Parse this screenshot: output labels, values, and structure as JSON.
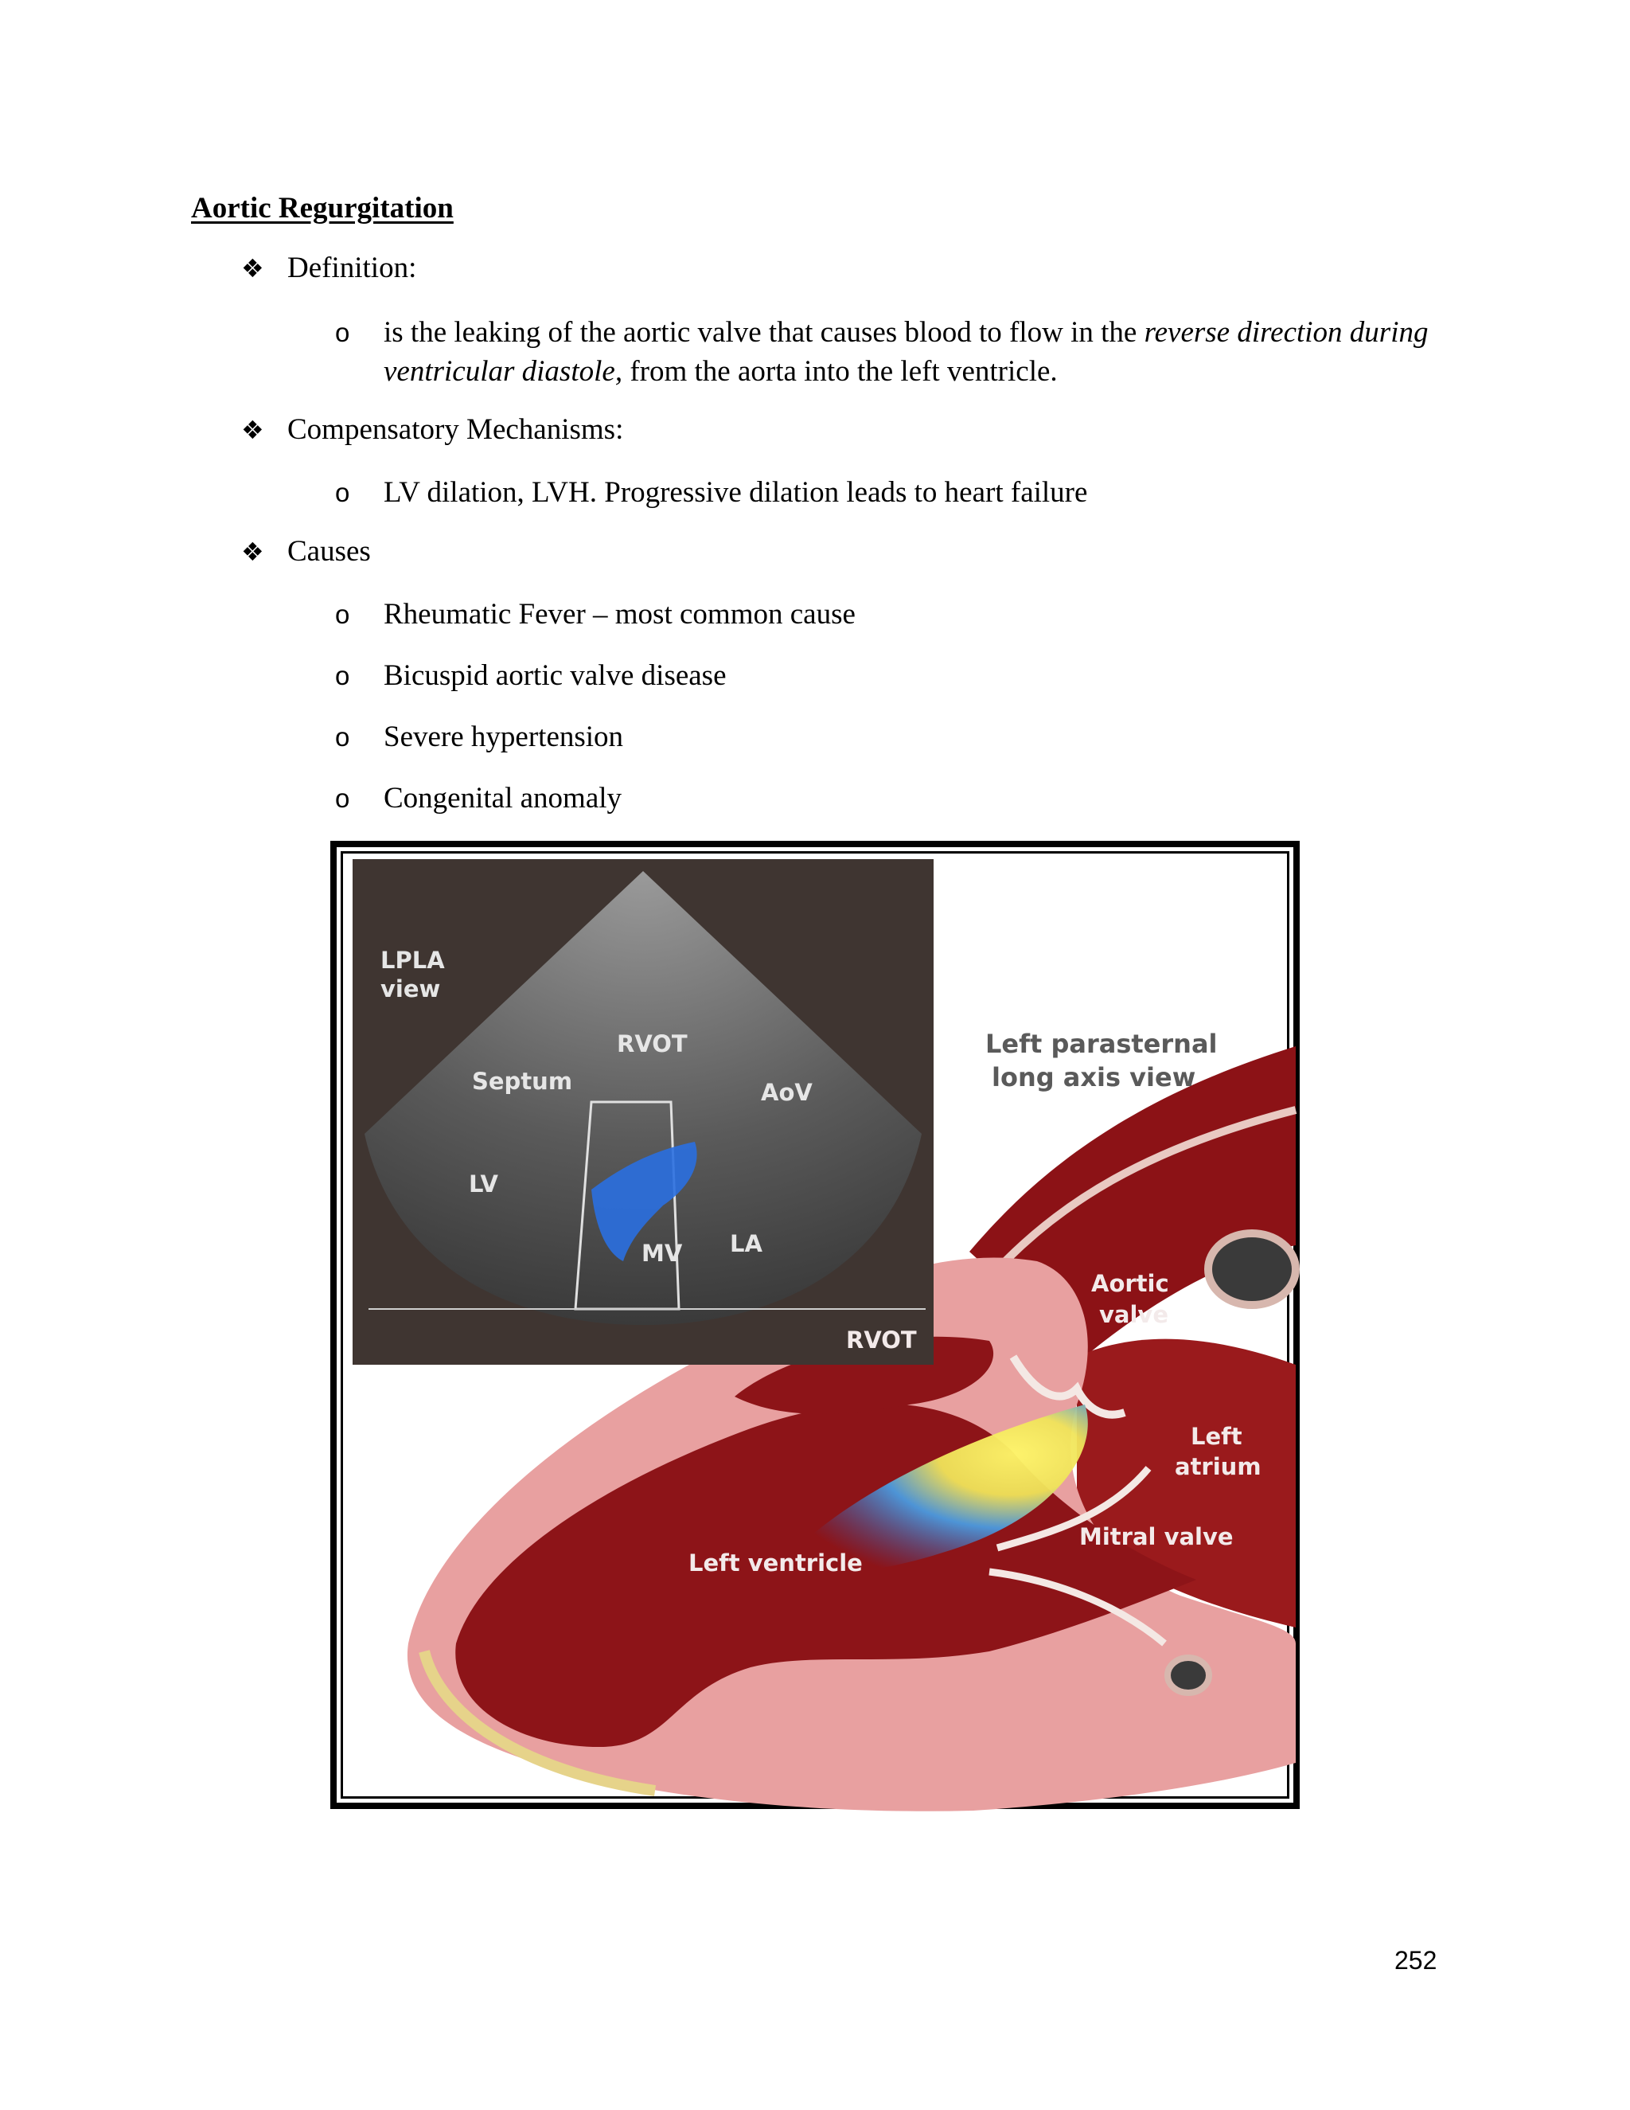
{
  "title": "Aortic Regurgitation",
  "sections": [
    {
      "heading": "Definition:",
      "items": [
        {
          "text_before": "is the leaking of the aortic valve that causes blood to flow in the ",
          "text_italic": "reverse direction during ventricular diastole,",
          "text_after": " from the aorta into the left ventricle."
        }
      ]
    },
    {
      "heading": "Compensatory Mechanisms:",
      "items": [
        {
          "text": "LV dilation, LVH. Progressive dilation leads to heart failure"
        }
      ]
    },
    {
      "heading": "Causes",
      "items": [
        {
          "text": "Rheumatic Fever – most common cause"
        },
        {
          "text": "Bicuspid aortic valve disease"
        },
        {
          "text": "Severe hypertension"
        },
        {
          "text": "Congenital anomaly"
        }
      ]
    }
  ],
  "figure": {
    "echo_labels": {
      "lpla_1": "LPLA",
      "lpla_2": "view",
      "rvot": "RVOT",
      "septum": "Septum",
      "aov": "AoV",
      "lv": "LV",
      "mv": "MV",
      "la": "LA"
    },
    "caption_1": "Left parasternal",
    "caption_2": "long axis view",
    "heart_labels": {
      "rvot": "RVOT",
      "aortic_valve_1": "Aortic",
      "aortic_valve_2": "valve",
      "left_atrium_1": "Left",
      "left_atrium_2": "atrium",
      "mitral_valve": "Mitral valve",
      "left_ventricle": "Left ventricle"
    }
  },
  "page_number": "252",
  "symbols": {
    "bullet": "❖",
    "sub_bullet": "o"
  }
}
